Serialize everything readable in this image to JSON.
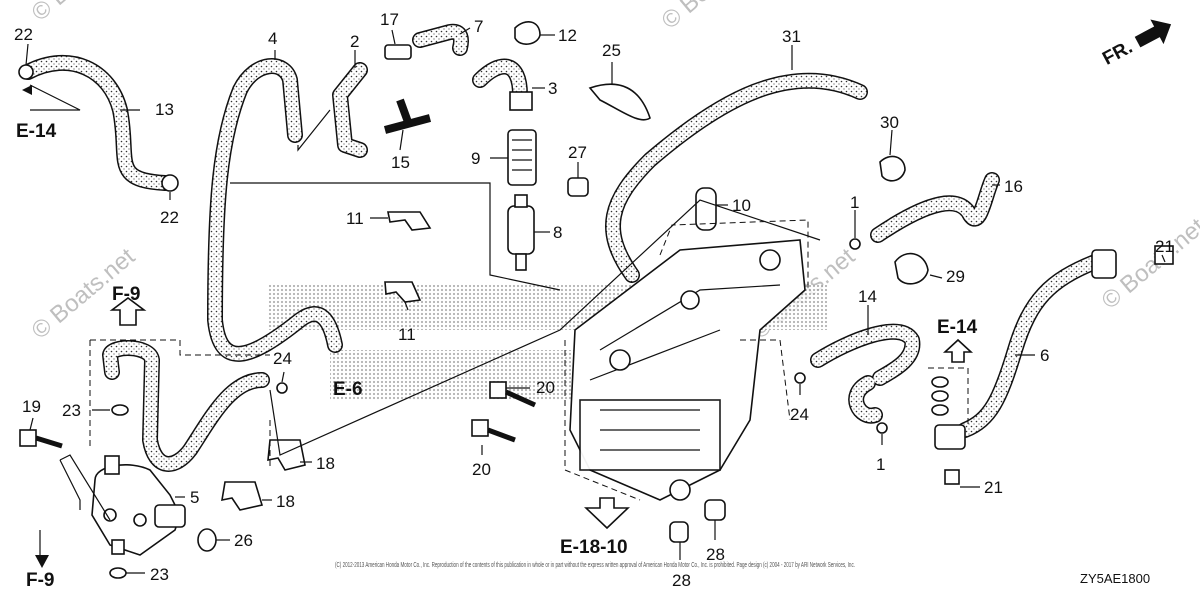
{
  "diagram": {
    "code": "ZY5AE1800",
    "front_marker": "FR.",
    "watermarks": [
      "© Boats.net",
      "© Boats.net",
      "© Boats.net",
      "© Boats.net",
      "© Boats.net"
    ],
    "copyright": "(C) 2012-2013 American Honda Motor Co., Inc. Reproduction of the contents of this publication in whole or in part without the express written approval of American Honda Motor Co., Inc. is prohibited. Page design (c) 2004 - 2017 by ARI Network Services, Inc.",
    "callouts": {
      "p1a": "1",
      "p1b": "1",
      "p2": "2",
      "p3": "3",
      "p4": "4",
      "p5": "5",
      "p6": "6",
      "p7": "7",
      "p8": "8",
      "p9": "9",
      "p10": "10",
      "p11a": "11",
      "p11b": "11",
      "p12": "12",
      "p13": "13",
      "p14": "14",
      "p15": "15",
      "p16": "16",
      "p17": "17",
      "p18a": "18",
      "p18b": "18",
      "p19": "19",
      "p20a": "20",
      "p20b": "20",
      "p21a": "21",
      "p21b": "21",
      "p22a": "22",
      "p22b": "22",
      "p23a": "23",
      "p23b": "23",
      "p24a": "24",
      "p24b": "24",
      "p25": "25",
      "p26": "26",
      "p27": "27",
      "p28a": "28",
      "p28b": "28",
      "p29": "29",
      "p30": "30",
      "p31": "31"
    },
    "refs": {
      "e14_left": "E-14",
      "f9_top": "F-9",
      "e6": "E-6",
      "e14_right": "E-14",
      "e18_10": "E-18-10",
      "f9_bottom": "F-9"
    }
  }
}
